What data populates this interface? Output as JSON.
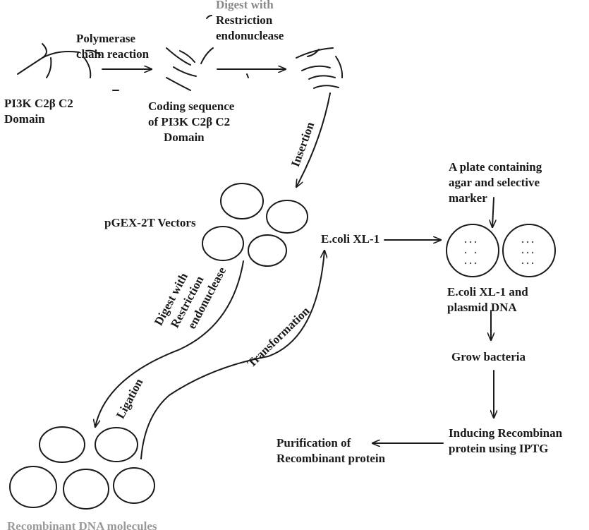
{
  "colors": {
    "ink": "#1a1a1a",
    "background": "#ffffff"
  },
  "labels": {
    "pi3k_domain": [
      "PI3K C2β C2",
      "Domain"
    ],
    "pcr": [
      "Polymerase",
      "chain reaction"
    ],
    "digest_top": [
      "Digest with",
      "Restriction",
      "endonuclease"
    ],
    "coding_sequence": [
      "Coding sequence",
      "of  PI3K C2β C2",
      "Domain"
    ],
    "insertion": "Insertion",
    "vectors": "pGEX-2T Vectors",
    "digest_left": [
      "Digest with",
      "Restriction",
      "endonuclease"
    ],
    "transformation": "Transformation",
    "ligation": "Ligation",
    "ecoli": "E.coli  XL-1",
    "plate": [
      "A  plate containing",
      "agar and selective",
      "marker"
    ],
    "ecoli_plasmid": [
      "E.coli  XL-1 and",
      "plasmid DNA"
    ],
    "grow": "Grow bacteria",
    "inducing": [
      "Inducing Recombinan",
      "protein using IPTG"
    ],
    "purification": [
      "Purification of",
      "Recombinant protein"
    ],
    "recombinant_molecules": "Recombinant DNA molecules"
  }
}
